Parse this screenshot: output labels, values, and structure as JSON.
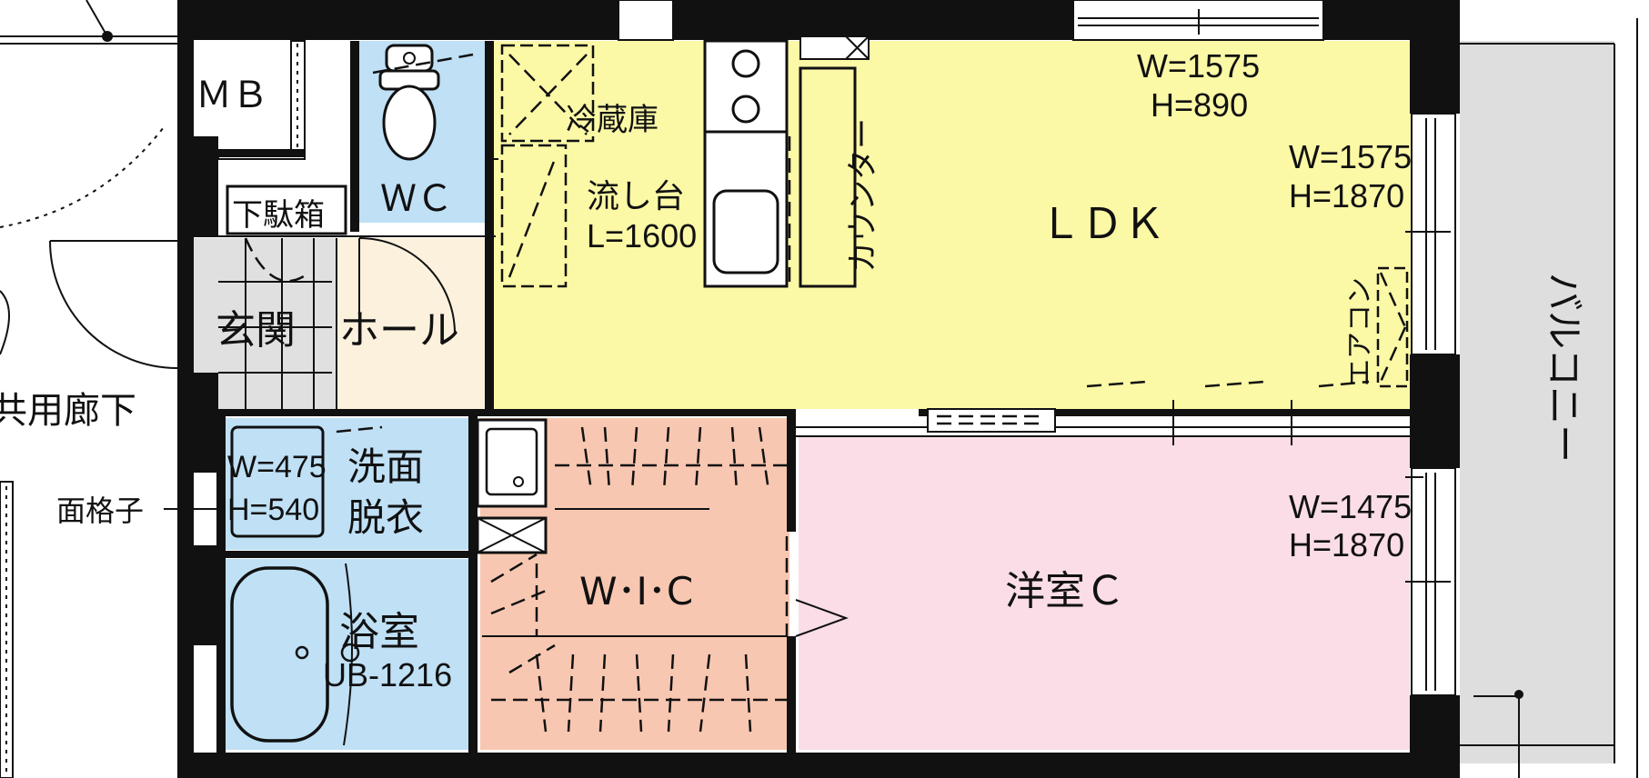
{
  "colors": {
    "wall": "#111111",
    "ldk": "#fbf8a6",
    "wet_area": "#bfe0f5",
    "entrance": "#e0e0e0",
    "hall": "#fbf1dc",
    "wic": "#f8c7b1",
    "western_room": "#fadde6",
    "balcony": "#dedede"
  },
  "rooms": {
    "mb": "ＭＢ",
    "wc": "ＷＣ",
    "ldk": "ＬＤＫ",
    "genkan": "玄関",
    "hall": "ホール",
    "senmen": "洗面",
    "datsui": "脱衣",
    "yokushitsu": "浴室",
    "wic": "W･I･C",
    "yoshitsu": "洋室Ｃ",
    "balcony": "バルコニー",
    "corridor": "共用廊下"
  },
  "fixtures": {
    "reizoko": "冷蔵庫",
    "nagashidai": "流し台",
    "nagashidai_len": "L=1600",
    "counter": "カウンター",
    "aircon": "エアコン",
    "getabako": "下駄箱",
    "menkoshi": "面格子",
    "unit_bath": "UB-1216"
  },
  "windows": {
    "ldk_top": {
      "w": "W=1575",
      "h": "H=890"
    },
    "ldk_right": {
      "w": "W=1575",
      "h": "H=1870"
    },
    "yoshitsu_right": {
      "w": "W=1475",
      "h": "H=1870"
    },
    "senmen_left": {
      "w": "W=475",
      "h": "H=540"
    }
  }
}
